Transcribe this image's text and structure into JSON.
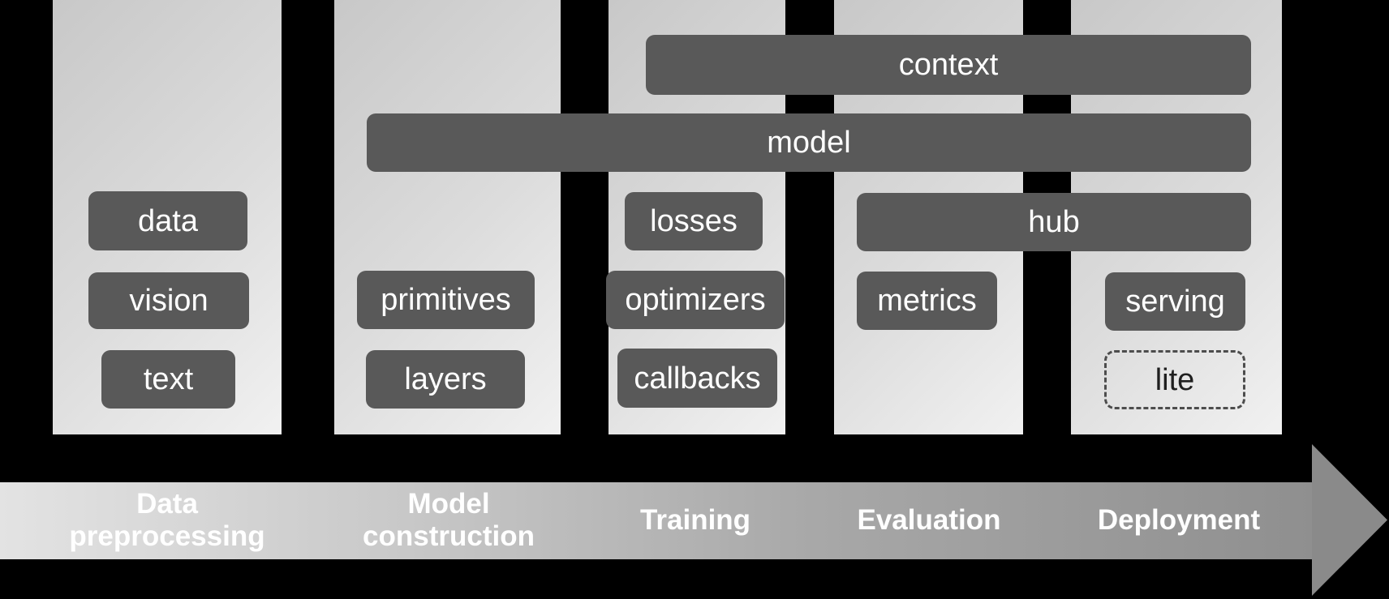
{
  "diagram": {
    "background": "#000000",
    "spanning_bars": {
      "context": {
        "label": "context",
        "spans_stages": [
          "Training",
          "Evaluation",
          "Deployment"
        ]
      },
      "model": {
        "label": "model",
        "spans_stages": [
          "Model construction",
          "Training",
          "Evaluation",
          "Deployment"
        ]
      },
      "hub": {
        "label": "hub",
        "spans_stages": [
          "Evaluation",
          "Deployment"
        ]
      }
    },
    "modules": {
      "data": {
        "label": "data"
      },
      "vision": {
        "label": "vision"
      },
      "text": {
        "label": "text"
      },
      "primitives": {
        "label": "primitives"
      },
      "layers": {
        "label": "layers"
      },
      "losses": {
        "label": "losses"
      },
      "optimizers": {
        "label": "optimizers"
      },
      "callbacks": {
        "label": "callbacks"
      },
      "metrics": {
        "label": "metrics"
      },
      "serving": {
        "label": "serving"
      },
      "lite": {
        "label": "lite",
        "border_style": "dashed"
      }
    },
    "pipeline_stages": [
      {
        "label": "Data\npreprocessing"
      },
      {
        "label": "Model\nconstruction"
      },
      {
        "label": "Training"
      },
      {
        "label": "Evaluation"
      },
      {
        "label": "Deployment"
      }
    ],
    "colors": {
      "module_fill": "#595959",
      "module_text": "#ffffff",
      "column_gradient_start": "#c8c8c8",
      "column_gradient_end": "#f1f1f1",
      "arrow_gradient_start": "#e3e3e3",
      "arrow_gradient_end": "#8f8f8f",
      "arrow_head_fill": "#8a8a8a",
      "stage_text": "#ffffff",
      "lite_border": "#4d4d4d",
      "lite_text": "#1f1f1f"
    }
  }
}
